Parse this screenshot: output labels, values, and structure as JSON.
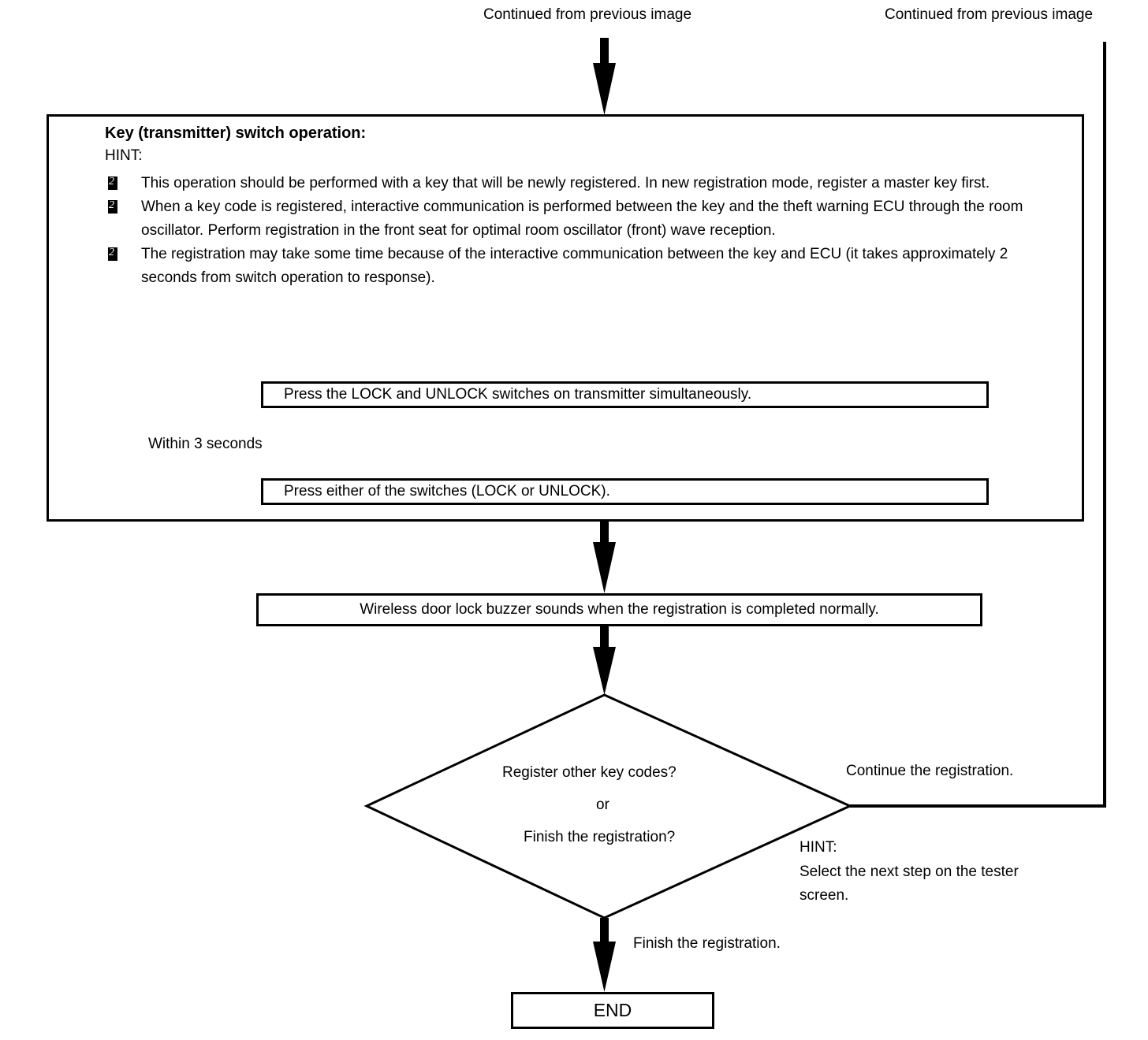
{
  "diagram": {
    "title": "Key registration flowchart (continued)",
    "top_labels": {
      "left": "Continued from previous image",
      "right": "Continued from previous image"
    },
    "main_panel": {
      "heading": "Key (transmitter) switch operation:",
      "hint_label": "HINT:",
      "bullet_glyph": "missing-glyph-box",
      "hints": [
        "This operation should be performed with a key that will be newly registered. In new registration mode, register a master key first.",
        "When a key code is registered, interactive communication is performed between the key and the theft warning ECU through the room oscillator. Perform registration in the front seat for optimal room oscillator (front) wave reception.",
        "The registration may take some time because of the interactive communication between the key and ECU (it takes approximately 2 seconds from switch operation to response)."
      ],
      "timing_label": "Within 3 seconds",
      "steps": [
        "Press the LOCK and UNLOCK switches on transmitter simultaneously.",
        "Press either of the switches (LOCK or UNLOCK)."
      ]
    },
    "buzzer_step": "Wireless door lock buzzer sounds when the registration is completed normally.",
    "decision": {
      "line1": "Register other key codes?",
      "line2": "or",
      "line3": "Finish the registration?"
    },
    "branch_right_label": "Continue the registration.",
    "branch_right_hint_label": "HINT:",
    "branch_right_hint_text": "Select the next step on the tester\nscreen.",
    "branch_down_label": "Finish the registration.",
    "end_label": "END",
    "colors": {
      "ink": "#000000",
      "paper": "#ffffff"
    }
  }
}
